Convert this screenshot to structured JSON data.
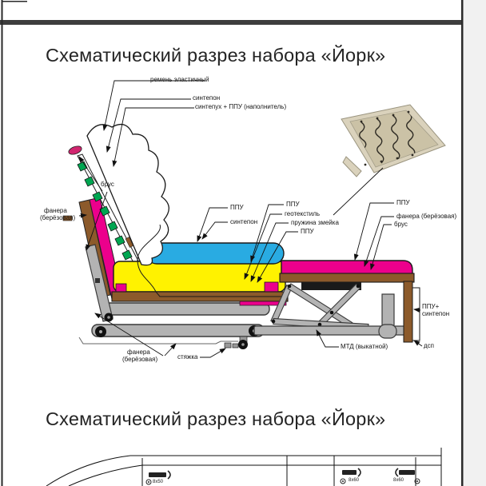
{
  "page": {
    "title_top": "Схематический разрез набора «Йорк»",
    "title_bottom": "Схематический разрез набора «Йорк»"
  },
  "diagram": {
    "labels": {
      "remen": "ремень эластичный",
      "sintepon_top": "синтепон",
      "sintepuh_ppu": "синтепух + ППУ (наполнитель)",
      "brus_left": "брус",
      "fanera_left_1": "фанера",
      "fanera_left_2": "(берёзовая)",
      "ppu_seat_left": "ППУ",
      "sintepon_seat": "синтепон",
      "ppu_seat_right": "ППУ",
      "geotextil": "геотекстиль",
      "pruzhina_zmeika": "пружина змейка",
      "ppu_seat_bottom": "ППУ",
      "ppu_ottoman": "ППУ",
      "fanera_right": "фанера (берёзовая)",
      "brus_right": "брус",
      "mtd": "МТД (выкатной)",
      "ppu_sintepon_1": "ППУ+",
      "ppu_sintepon_2": "синтепон",
      "dsp": "дсп",
      "fanera_bottom_1": "фанера",
      "fanera_bottom_2": "(берёзовая)",
      "styazhka": "стяжка"
    },
    "colors": {
      "magenta": "#EC008C",
      "blue": "#29ABE2",
      "yellow": "#FFF200",
      "green": "#00A651",
      "brown": "#8C5A2B",
      "metal": "#B3B3B3"
    }
  },
  "hardware_table": {
    "items": [
      {
        "label": "8x50"
      },
      {
        "label": "8x60"
      },
      {
        "label": "8x60"
      }
    ]
  }
}
